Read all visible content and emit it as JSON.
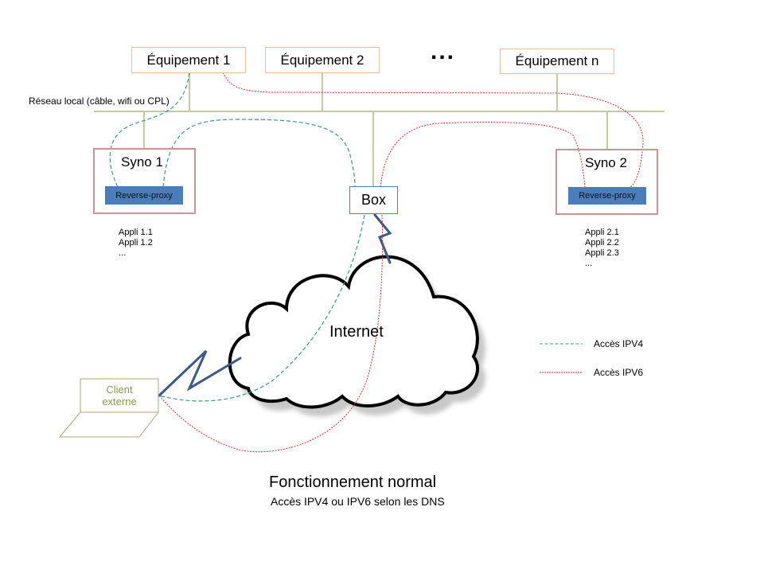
{
  "network": {
    "lan_label": "Réseau local (câble, wifi ou CPL)",
    "ellipsis": "...",
    "equipments": [
      {
        "label": "Équipement 1"
      },
      {
        "label": "Équipement 2"
      },
      {
        "label": "Équipement n"
      }
    ],
    "synos": [
      {
        "title": "Syno 1",
        "proxy_label": "Reverse-proxy",
        "apps": [
          "Appli 1.1",
          "Appli 1.2",
          "..."
        ]
      },
      {
        "title": "Syno 2",
        "proxy_label": "Reverse-proxy",
        "apps": [
          "Appli 2.1",
          "Appli 2.2",
          "Appli 2.3",
          "..."
        ]
      }
    ],
    "box_label": "Box",
    "internet_label": "Internet",
    "client_label_line1": "Client",
    "client_label_line2": "externe"
  },
  "legend": {
    "items": [
      {
        "label": "Accès IPV4",
        "color": "#3f9a7a",
        "style": "dashed"
      },
      {
        "label": "Accès IPV6",
        "color": "#d03030",
        "style": "dotted"
      }
    ]
  },
  "caption": {
    "title": "Fonctionnement normal",
    "subtitle": "Accès IPV4 ou IPV6 selon les DNS"
  },
  "colors": {
    "lan_line": "#c3cc9b",
    "ipv4": "#3f9a7a",
    "ipv6": "#d03030",
    "wan_link": "#3c5a85",
    "proxy": "#4a7ebb",
    "syno_border": "#c99596",
    "equip_border": "#e0c2a6",
    "client": "#a9a97a"
  }
}
